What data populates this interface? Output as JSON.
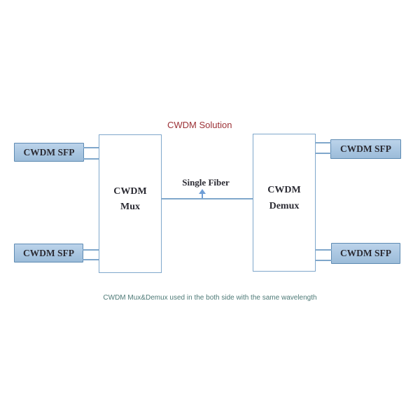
{
  "title": {
    "text": "CWDM Solution",
    "color": "#9c3136"
  },
  "diagram": {
    "mux": {
      "line1": "CWDM",
      "line2": "Mux"
    },
    "demux": {
      "line1": "CWDM",
      "line2": "Demux"
    },
    "sfp_boxes": [
      {
        "label": "CWDM SFP",
        "position": "left-top"
      },
      {
        "label": "CWDM SFP",
        "position": "left-bottom"
      },
      {
        "label": "CWDM SFP",
        "position": "right-top"
      },
      {
        "label": "CWDM SFP",
        "position": "right-bottom"
      }
    ],
    "fiber_label": "Single Fiber",
    "arrow_icon": "up-arrow"
  },
  "caption": {
    "text": "CWDM Mux&Demux used in the both side with the same wavelength",
    "color": "#4e7a77"
  },
  "colors": {
    "background": "#ffffff",
    "sfp_fill_top": "#bcd3ea",
    "sfp_fill_bottom": "#9cbcd9",
    "sfp_border": "#5d8ab2",
    "big_box_border": "#7fa7cb",
    "connector_line": "#7fa7cb",
    "label_text": "#2b2b33",
    "arrow": "#6f9ed6"
  }
}
